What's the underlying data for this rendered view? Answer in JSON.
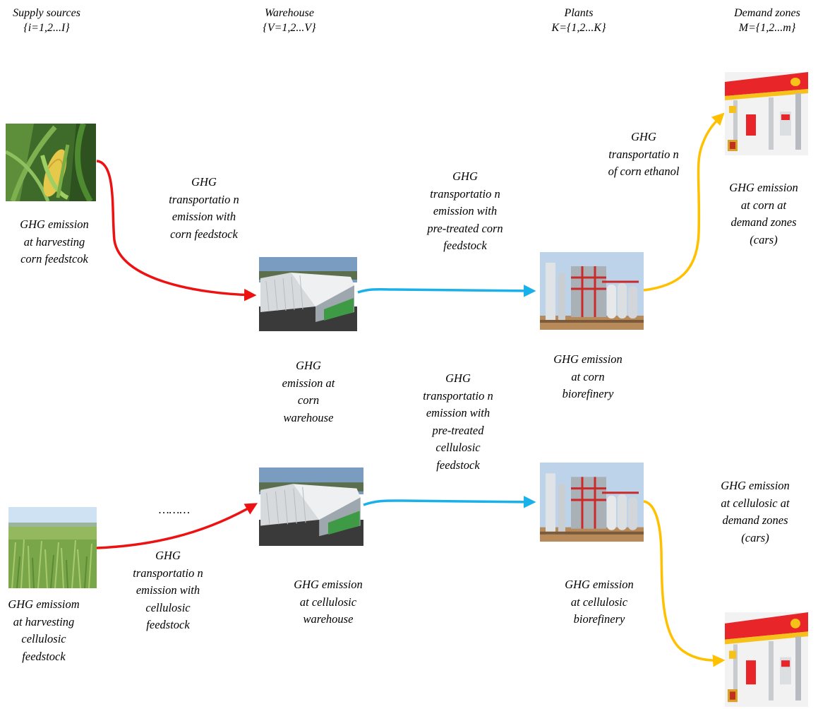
{
  "headers": {
    "supply": {
      "title": "Supply sources",
      "set": "{i=1,2...I}"
    },
    "warehouse": {
      "title": "Warehouse",
      "set": "{V=1,2...V}"
    },
    "plants": {
      "title": "Plants",
      "set": "K={1,2...K}"
    },
    "demand": {
      "title": "Demand zones",
      "set": "M={1,2...m}"
    }
  },
  "labels": {
    "corn_harvest": "GHG emission at harvesting corn feedstcok",
    "corn_transport_feedstock": "GHG transportatio n  emission with corn feedstock",
    "corn_transport_pretreated": "GHG transportatio n  emission with pre-treated corn feedstock",
    "corn_ethanol_transport": "GHG transportatio n of corn ethanol",
    "corn_demand": "GHG emission at corn at demand zones (cars)",
    "corn_warehouse": "GHG emission at corn warehouse",
    "corn_biorefinery": "GHG emission at corn biorefinery",
    "cell_transport_pretreated": "GHG transportatio n  emission with pre-treated cellulosic feedstock",
    "cell_demand": "GHG emission at cellulosic at demand zones (cars)",
    "ellipsis": "………",
    "cell_transport_feedstock": "GHG transportatio n  emission with cellulosic feedstock",
    "cell_warehouse": "GHG emission at cellulosic warehouse",
    "cell_biorefinery": "GHG emission at cellulosic biorefinery",
    "cell_harvest": "GHG emissiom at harvesting cellulosic feedstock"
  },
  "colors": {
    "supply_to_warehouse": "#ee1111",
    "warehouse_to_plant": "#1ab0ea",
    "plant_to_demand": "#ffc000"
  },
  "icons": [
    "corn-field-photo",
    "grass-field-photo",
    "warehouse-photo",
    "biorefinery-photo",
    "gas-station-photo"
  ]
}
